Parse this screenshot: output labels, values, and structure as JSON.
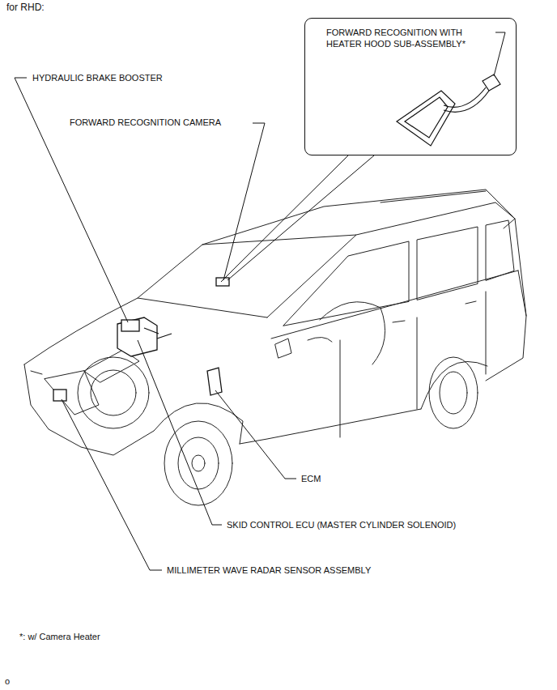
{
  "diagram": {
    "nodes": [
      {
        "text": [
          "FORWARD RECOGNITION WITH HEATER HOOD SUB-ASSEMBLY*"
        ]
      }
    ],
    "labels": [
      "for RHD:",
      "HYDRAULIC BRAKE BOOSTER",
      "FORWARD RECOGNITION CAMERA",
      "ECM",
      "SKID CONTROL ECU (MASTER CYLINDER SOLENOID)",
      "MILLIMETER WAVE RADAR SENSOR ASSEMBLY",
      "*: w/ Camera Heater",
      "o"
    ]
  }
}
